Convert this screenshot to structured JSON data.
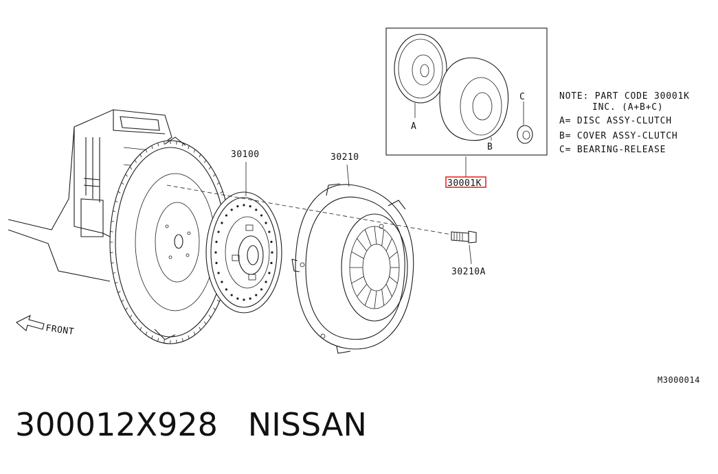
{
  "labels": {
    "disc": "30100",
    "cover": "30210",
    "bolt": "30210A",
    "kit": "30001K",
    "front": "FRONT",
    "inset_a": "A",
    "inset_b": "B",
    "inset_c": "C",
    "ref_code": "M3000014"
  },
  "note": {
    "line1": "NOTE: PART CODE 30001K",
    "line2": "INC. (A+B+C)",
    "line3": "A= DISC ASSY-CLUTCH",
    "line4": "B= COVER ASSY-CLUTCH",
    "line5": "C= BEARING-RELEASE"
  },
  "caption": {
    "part_number": "300012X928",
    "brand": "NISSAN"
  },
  "colors": {
    "line": "#1a1a1a",
    "highlight": "#e5262a"
  }
}
